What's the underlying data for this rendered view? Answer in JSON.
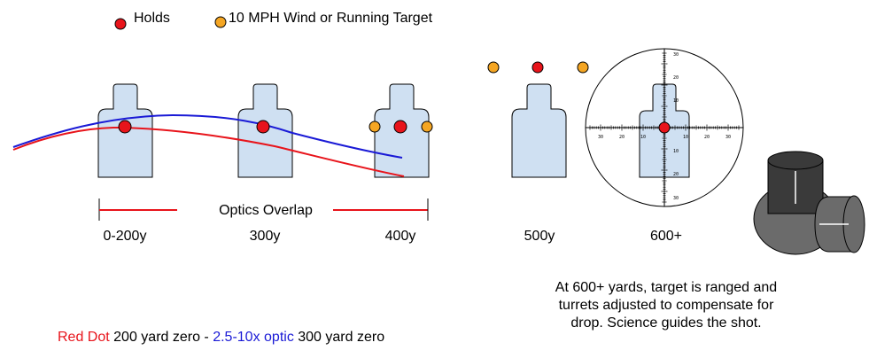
{
  "legend": {
    "holds_label": "Holds",
    "wind_label": "10 MPH Wind or Running Target",
    "holds_color": "#e8141b",
    "wind_color": "#f5a623"
  },
  "targets": [
    {
      "label": "0-200y"
    },
    {
      "label": "300y"
    },
    {
      "label": "400y"
    },
    {
      "label": "500y"
    },
    {
      "label": "600+"
    }
  ],
  "overlap": {
    "label": "Optics Overlap",
    "color": "#e8141b"
  },
  "scope": {
    "tick_labels": [
      "30",
      "20",
      "10",
      "10",
      "20",
      "30"
    ]
  },
  "footer": {
    "red_text": "Red Dot",
    "red_rest": " 200 yard zero - ",
    "blue_text": "2.5-10x optic",
    "blue_rest": " 300 yard zero",
    "red_color": "#e8141b",
    "blue_color": "#1a1ad6"
  },
  "note": {
    "line1": "At 600+ yards, target is ranged and",
    "line2": "turrets adjusted to compensate for",
    "line3": "drop. Science guides the shot."
  },
  "colors": {
    "target_fill": "#cfe0f2",
    "red_curve": "#e8141b",
    "blue_curve": "#1a1ad6",
    "turret_dark": "#3a3a3a",
    "turret_mid": "#6b6b6b"
  }
}
